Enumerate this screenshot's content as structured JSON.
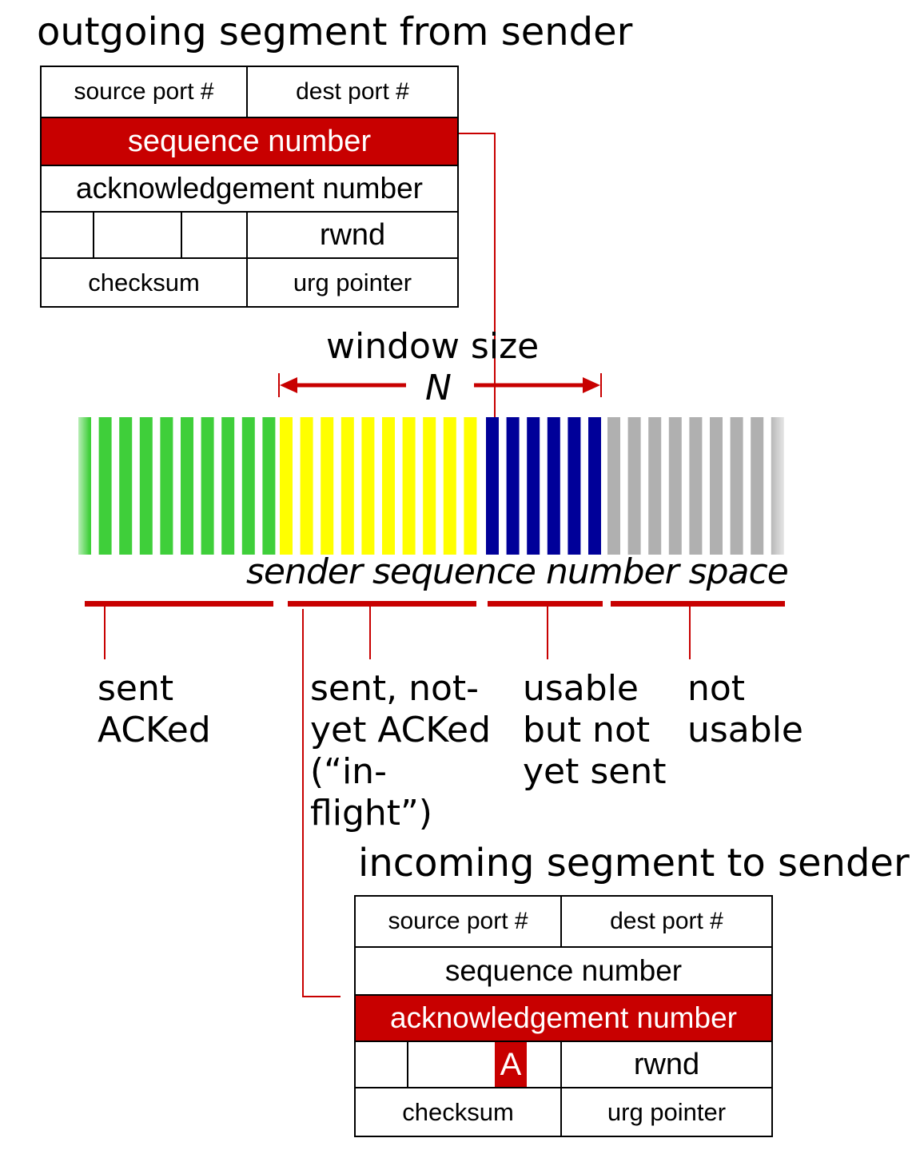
{
  "outgoing": {
    "title": "outgoing segment from sender",
    "source_port": "source port #",
    "dest_port": "dest port #",
    "seq": "sequence number",
    "ack": "acknowledgement number",
    "rwnd": "rwnd",
    "checksum": "checksum",
    "urg": "urg pointer"
  },
  "window": {
    "label": "window size",
    "n": "N"
  },
  "space_label": "sender sequence number space",
  "categories": {
    "sent_acked": [
      "sent",
      "ACKed"
    ],
    "in_flight": [
      "sent, not-",
      "yet ACKed",
      "(“in-",
      "flight”)"
    ],
    "usable": [
      "usable",
      "but not",
      "yet sent"
    ],
    "not_usable": [
      "not",
      "usable"
    ]
  },
  "incoming": {
    "title": "incoming segment to sender",
    "source_port": "source port #",
    "dest_port": "dest port #",
    "seq": "sequence number",
    "ack": "acknowledgement number",
    "a_flag": "A",
    "rwnd": "rwnd",
    "checksum": "checksum",
    "urg": "urg pointer"
  },
  "colors": {
    "highlight": "#c80000",
    "sent_acked": "#3fcf3a",
    "in_flight": "#ffff00",
    "usable": "#000099",
    "not_usable": "#b0b0b0"
  }
}
